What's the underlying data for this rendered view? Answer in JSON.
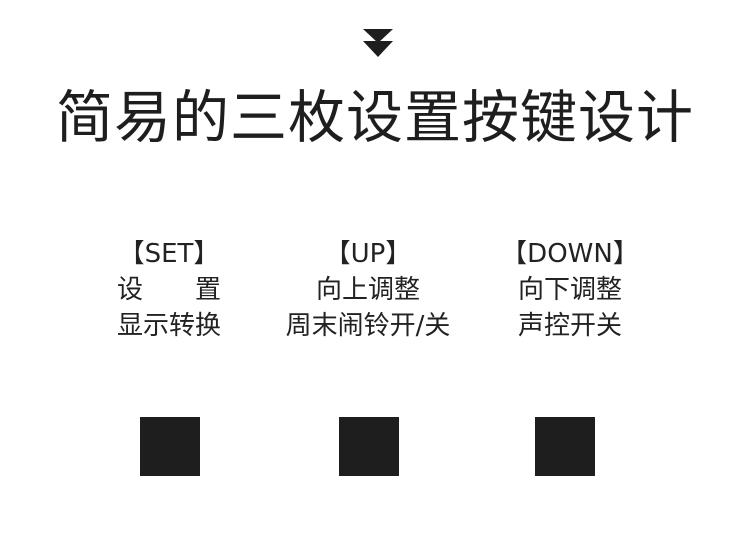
{
  "title": "简易的三枚设置按键设计",
  "marker_icon": "double-down-triangle-icon",
  "buttons": [
    {
      "label": "【SET】",
      "lines": [
        "设　　置",
        "显示转换"
      ]
    },
    {
      "label": "【UP】",
      "lines": [
        "向上调整",
        "周末闹铃开/关"
      ]
    },
    {
      "label": "【DOWN】",
      "lines": [
        "向下调整",
        "声控开关"
      ]
    }
  ],
  "colors": {
    "text": "#222222",
    "key_fill": "#1e1e1e",
    "background": "#ffffff"
  }
}
